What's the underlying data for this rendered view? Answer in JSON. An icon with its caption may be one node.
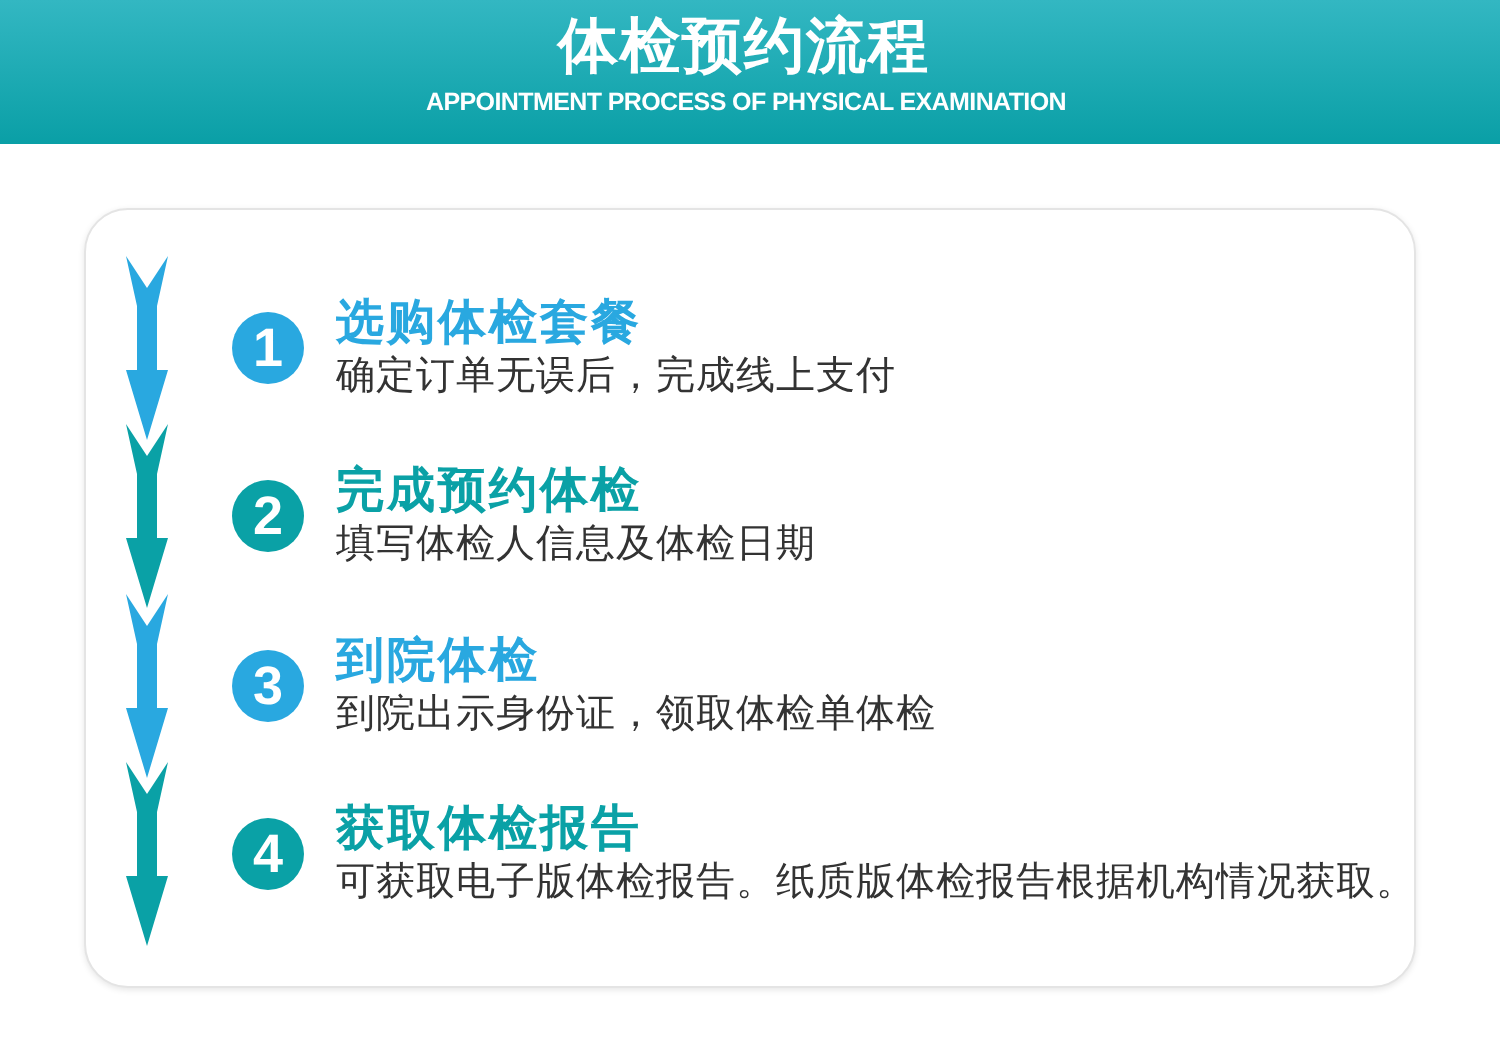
{
  "diagram": {
    "title": "体检预约流程",
    "nodes": [
      {
        "text": [],
        "shape": "box"
      },
      {
        "text": [
          "1"
        ],
        "beside": [
          "选购体检套餐",
          "确定订单无误后，完成线上支付"
        ],
        "in": 0
      },
      {
        "text": [
          "2"
        ],
        "beside": [
          "完成预约体检",
          "填写体检人信息及体检日期"
        ],
        "in": 0
      },
      {
        "text": [
          "3"
        ],
        "beside": [
          "到院体检",
          "到院出示身份证，领取体检单体检"
        ],
        "in": 0
      },
      {
        "text": [
          "4"
        ],
        "beside": [
          "获取体检报告",
          "可获取电子版体检报告。纸质版体检报告根据机构情况获取。"
        ],
        "in": 0
      }
    ],
    "labels": [
      "APPOINTMENT PROCESS OF PHYSICAL EXAMINATION"
    ]
  }
}
